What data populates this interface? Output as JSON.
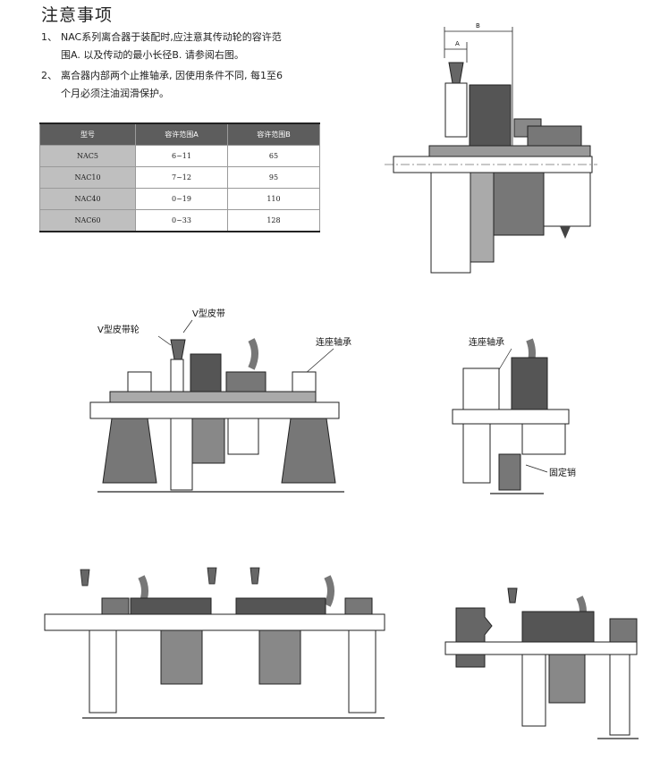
{
  "heading": "注意事项",
  "notes": [
    {
      "num": "1、",
      "line1": "NAC系列离合器于装配时,应注意其传动轮的容许范",
      "line2": "围A. 以及传动的最小长径B. 请参阅右图。"
    },
    {
      "num": "2、",
      "line1": "离合器内部两个止推轴承, 因使用条件不同, 每1至6",
      "line2": "个月必须注油润滑保护。"
    }
  ],
  "table": {
    "headers": [
      "型号",
      "容许范围A",
      "容许范围B"
    ],
    "rows": [
      [
        "NAC5",
        "6~11",
        "65"
      ],
      [
        "NAC10",
        "7~12",
        "95"
      ],
      [
        "NAC40",
        "0~19",
        "110"
      ],
      [
        "NAC60",
        "0~33",
        "128"
      ]
    ]
  },
  "diagram_labels": {
    "dim_a": "A",
    "dim_b": "B",
    "v_belt": "V型皮带",
    "v_pulley": "V型皮带轮",
    "bearing_seat_1": "连座轴承",
    "bearing_seat_2": "连座轴承",
    "fixed_pin": "固定销"
  },
  "colors": {
    "table_header": "#5d5d5d",
    "model_cell": "#bfbfbf",
    "drawing_dark": "#555555",
    "drawing_mid": "#9a9a9a"
  }
}
